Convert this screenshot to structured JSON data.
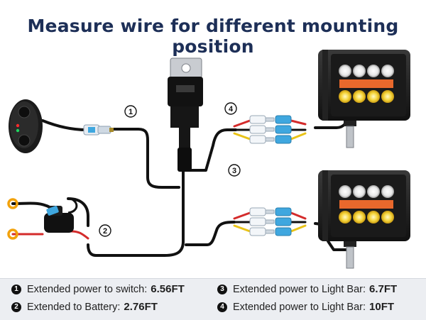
{
  "title": "Measure wire for different mounting position",
  "callouts": [
    "1",
    "2",
    "3",
    "4"
  ],
  "legend": [
    {
      "num": "1",
      "label": "Extended power to switch:",
      "value": "6.56FT"
    },
    {
      "num": "2",
      "label": "Extended to Battery:",
      "value": "2.76FT"
    },
    {
      "num": "3",
      "label": "Extended power to Light Bar:",
      "value": "6.7FT"
    },
    {
      "num": "4",
      "label": "Extended power to Light Bar:",
      "value": "10FT"
    }
  ],
  "colors": {
    "title": "#1d2f57",
    "wire": "#111111",
    "red_wire": "#d42b2b",
    "yellow_wire": "#e9c318",
    "connector_blue": "#3fa7df",
    "ring_terminal": "#f2a20c",
    "legend_bg": "#eceef2"
  }
}
